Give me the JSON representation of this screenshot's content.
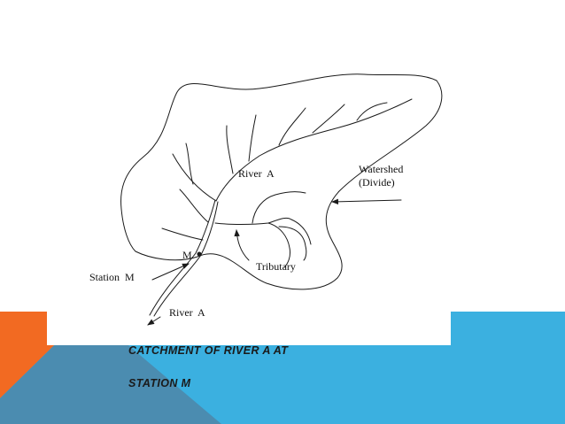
{
  "diagram": {
    "labels": {
      "river_top": "River  A",
      "watershed_1": "Watershed",
      "watershed_2": "(Divide)",
      "point_m": "M",
      "tributary": "Tributary",
      "station": "Station  M",
      "river_bottom": "River  A"
    }
  },
  "caption": {
    "line1": "CATCHMENT OF RIVER A AT",
    "line2": "STATION M"
  },
  "colors": {
    "orange": "#f26a22",
    "blue": "#3bb0e0",
    "steel_blue": "#4b8cb0",
    "line": "#1a1a1a"
  }
}
